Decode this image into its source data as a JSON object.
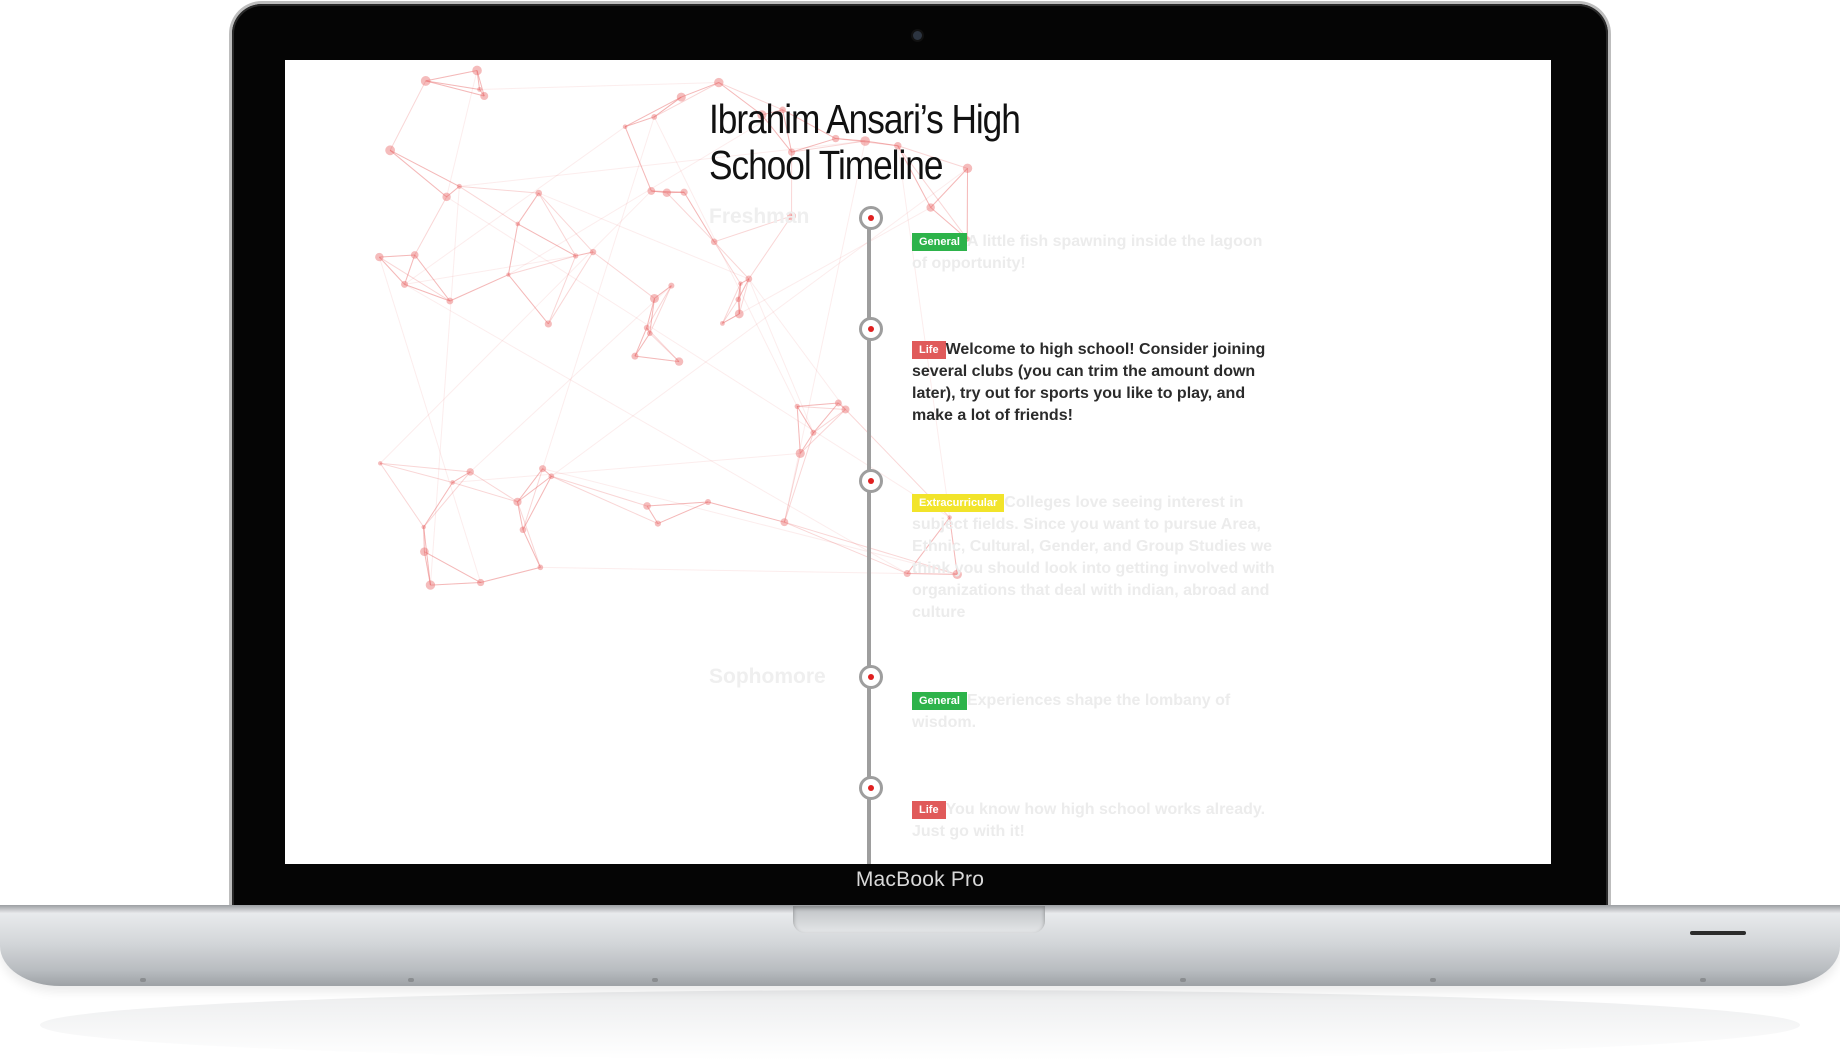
{
  "device": {
    "brand_label": "MacBook Pro"
  },
  "page": {
    "title": "Ibrahim Ansari’s High School Timeline"
  },
  "colors": {
    "general": "#2db34a",
    "life": "#e05a5a",
    "extracurricular": "#f2e42a",
    "network": "#e86a6a"
  },
  "timeline": {
    "years": [
      {
        "label": "Freshman"
      },
      {
        "label": "Sophomore"
      }
    ],
    "entries": [
      {
        "badge": "General",
        "kind": "general",
        "text": "A little fish spawning inside the lagoon of opportunity!"
      },
      {
        "badge": "Life",
        "kind": "life",
        "text": "Welcome to high school! Consider joining several clubs (you can trim the amount down later), try out for sports you like to play, and make a lot of friends!"
      },
      {
        "badge": "Extracurricular",
        "kind": "extracurricular",
        "text": "Colleges love seeing interest in subject fields. Since you want to pursue Area, Ethnic, Cultural, Gender, and Group Studies we think you should look into getting involved with organizations that deal with indian, abroad and culture"
      },
      {
        "badge": "General",
        "kind": "general",
        "text": "Experiences shape the lombany of wisdom."
      },
      {
        "badge": "Life",
        "kind": "life",
        "text": "You know how high school works already. Just go with it!"
      }
    ]
  }
}
